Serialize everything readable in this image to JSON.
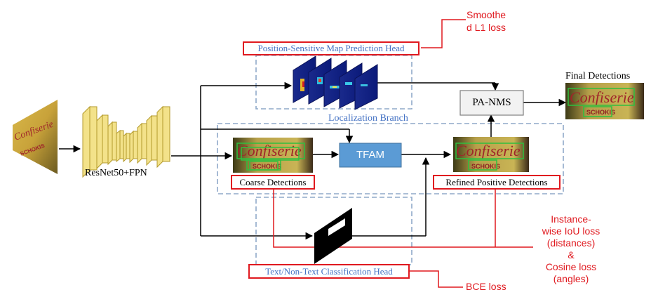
{
  "labels": {
    "backbone": "ResNet50+FPN",
    "ps_head": "Position-Sensitive Map Prediction Head",
    "localization_branch": "Localization Branch",
    "cls_head": "Text/Non-Text Classification Head",
    "coarse": "Coarse Detections",
    "refined": "Refined Positive Detections",
    "tfam": "TFAM",
    "panms": "PA-NMS",
    "final": "Final Detections"
  },
  "losses": {
    "smooth_l1_line1": "Smoothe",
    "smooth_l1_line2": "d L1 loss",
    "bce": "BCE loss",
    "iou_line1": "Instance-",
    "iou_line2": "wise IoU loss",
    "iou_line3": "(distances)",
    "iou_line4": "&",
    "iou_line5": "Cosine loss",
    "iou_line6": "(angles)"
  },
  "image_text": {
    "word1": "Confiserie",
    "word2": "SCHOKIS"
  },
  "colors": {
    "red": "#e0191f",
    "blue_text": "#4472c4",
    "dashed_box": "#8fa9c9",
    "tfam_fill": "#5b9bd5",
    "feature_block": "#f3e28a",
    "arrow": "#000000"
  }
}
